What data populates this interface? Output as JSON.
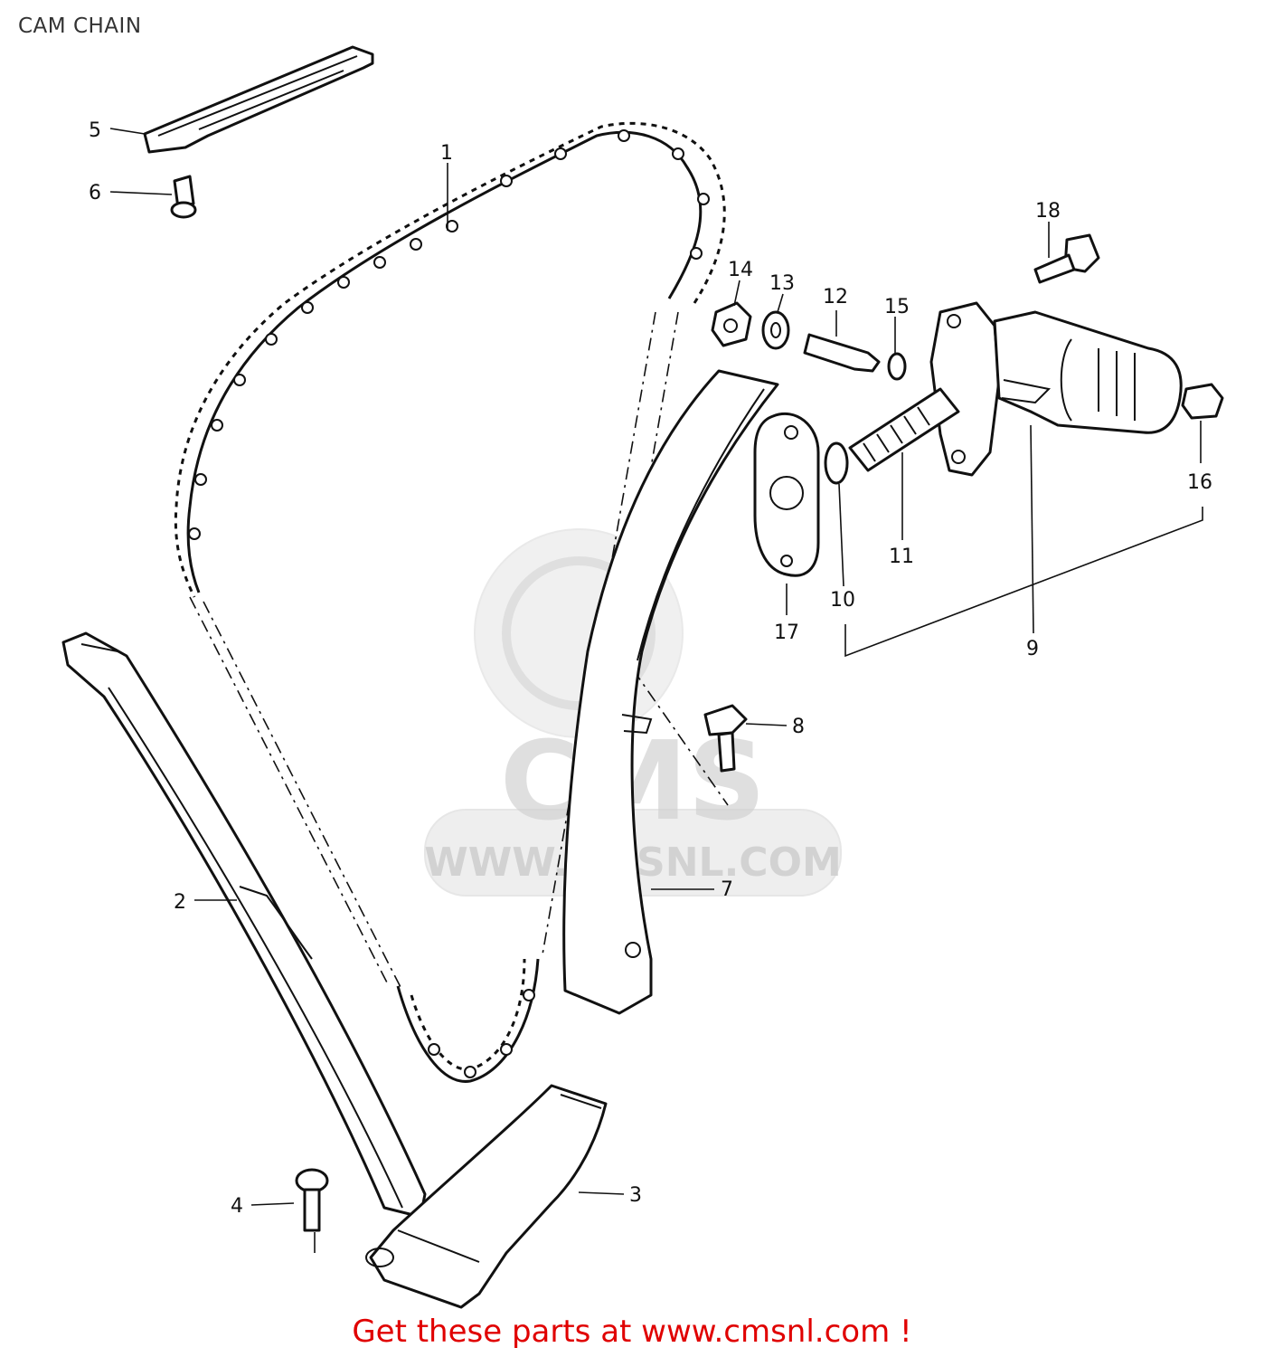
{
  "page": {
    "title": "CAM CHAIN"
  },
  "watermark": {
    "logo_text": "CMS",
    "url_text": "WWW.CMSNL.COM"
  },
  "callouts": {
    "p1": "1",
    "p2": "2",
    "p3": "3",
    "p4": "4",
    "p5": "5",
    "p6": "6",
    "p7": "7",
    "p8": "8",
    "p9": "9",
    "p10": "10",
    "p11": "11",
    "p12": "12",
    "p13": "13",
    "p14": "14",
    "p15": "15",
    "p16": "16",
    "p17": "17",
    "p18": "18"
  },
  "footer": {
    "promo_text": "Get these parts at www.cmsnl.com !",
    "promo_color": "#e00000"
  }
}
